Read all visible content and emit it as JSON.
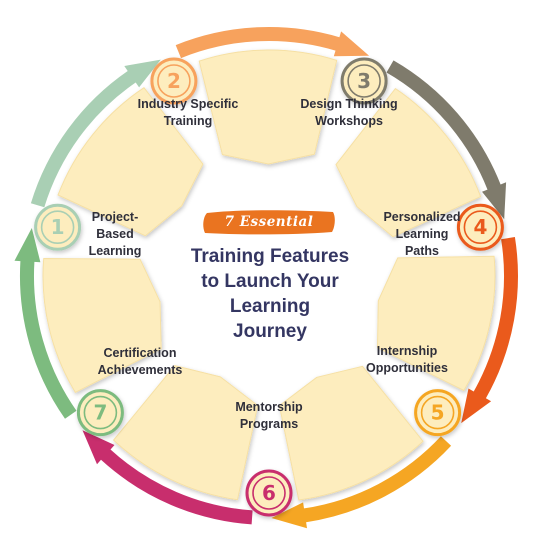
{
  "colors": {
    "1": "#a9cfb4",
    "2": "#f7a25d",
    "3": "#7f7b6c",
    "4": "#ea5a1c",
    "5": "#f5a623",
    "6": "#c82e6d",
    "7": "#7dbb7f",
    "badge": "#ea7420",
    "petal": "#fdedbe",
    "title": "#343662"
  },
  "center": {
    "badge": "7 Essential",
    "title_lines": [
      "Training Features",
      "to Launch Your",
      "Learning",
      "Journey"
    ]
  },
  "features": [
    {
      "number": "1",
      "lines": [
        "Project-",
        "Based",
        "Learning"
      ],
      "color_key": "1"
    },
    {
      "number": "2",
      "lines": [
        "Industry Specific",
        "Training"
      ],
      "color_key": "2"
    },
    {
      "number": "3",
      "lines": [
        "Design Thinking",
        "Workshops"
      ],
      "color_key": "3"
    },
    {
      "number": "4",
      "lines": [
        "Personalized",
        "Learning",
        "Paths"
      ],
      "color_key": "4"
    },
    {
      "number": "5",
      "lines": [
        "Internship",
        "Opportunities"
      ],
      "color_key": "5"
    },
    {
      "number": "6",
      "lines": [
        "Mentorship",
        "Programs"
      ],
      "color_key": "6"
    },
    {
      "number": "7",
      "lines": [
        "Certification",
        "Achievements"
      ],
      "color_key": "7"
    }
  ]
}
